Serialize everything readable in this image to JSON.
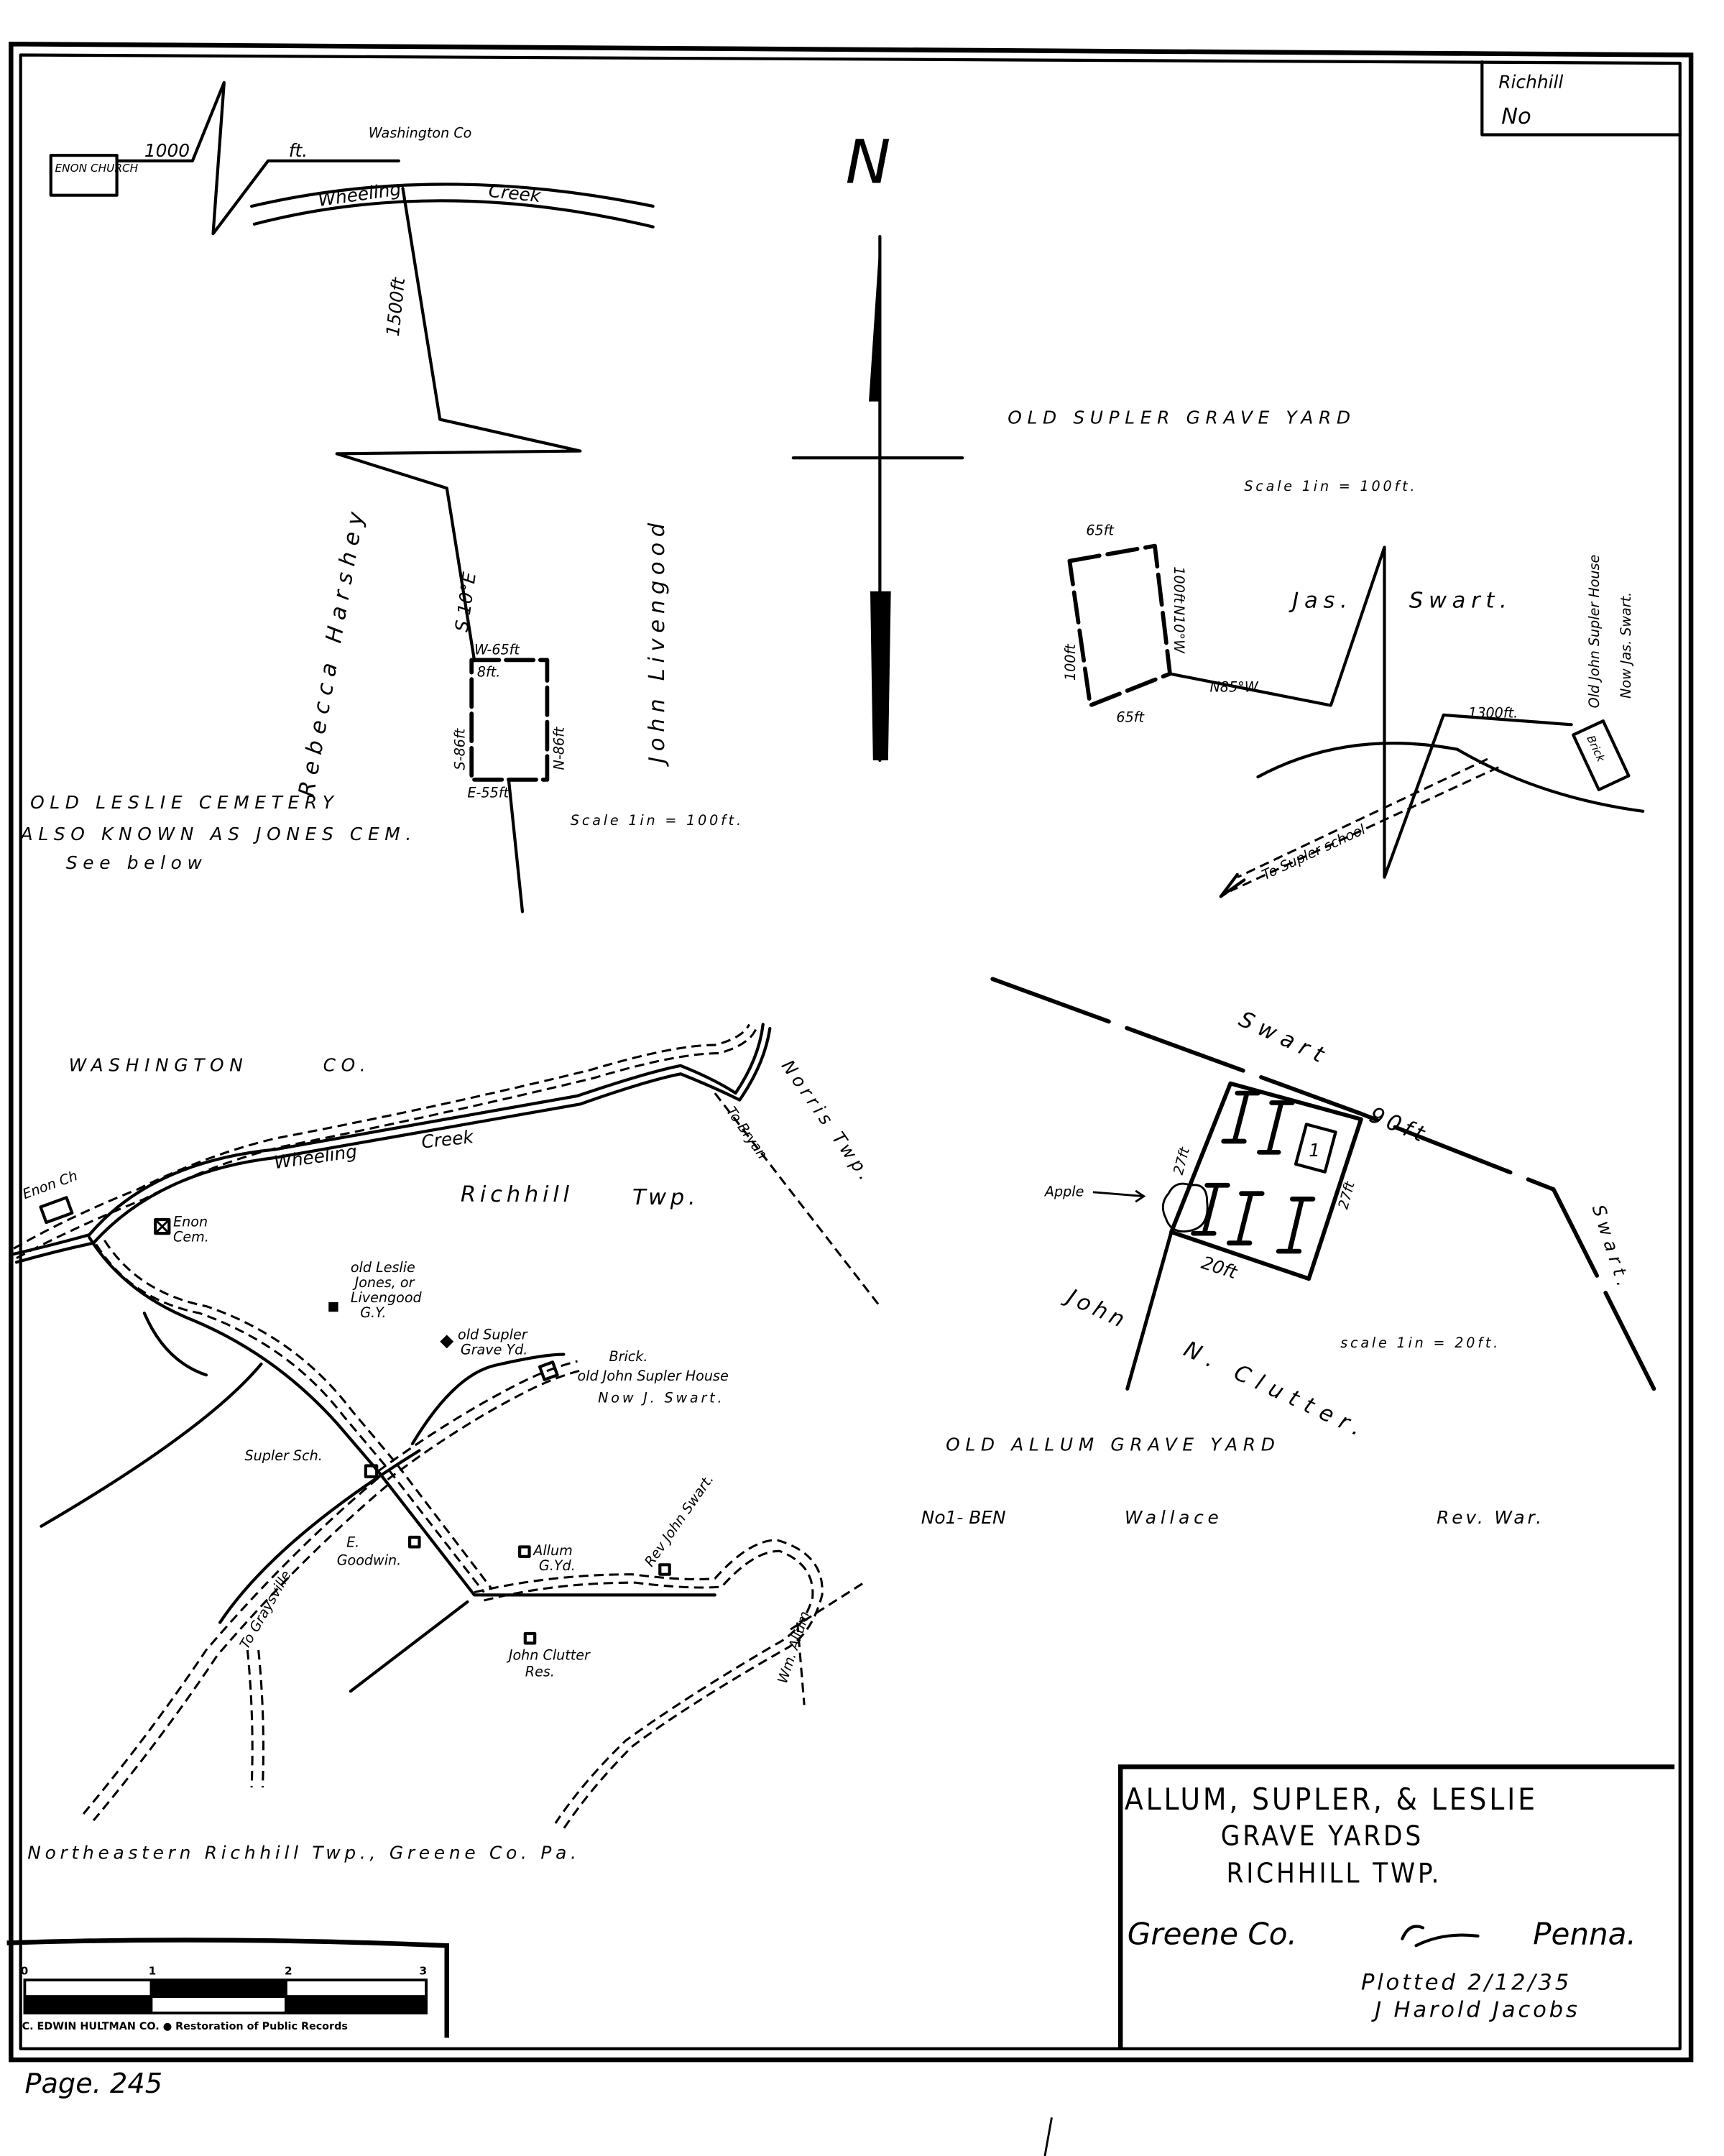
{
  "corner_box": {
    "township": "Richhill",
    "number_label": "No"
  },
  "leslie": {
    "enon_church": "ENON CHURCH",
    "distance_1000": "1000",
    "distance_ft": "ft.",
    "washington_co": "Washington Co",
    "wheeling": "Wheeling",
    "creek": "Creek",
    "dist_1500": "1500ft",
    "bearing": "S 10°E",
    "side_w": "W-65ft",
    "side_e": "E-55ft",
    "side_s": "S-86ft",
    "side_n": "N-86ft",
    "inner": "8ft.",
    "owner_west": "Rebecca Harshey",
    "owner_east": "John Livengood",
    "title_1": "OLD LESLIE CEMETERY",
    "title_2": "ALSO KNOWN AS JONES CEM.",
    "title_3": "See below",
    "scale": "Scale 1in = 100ft."
  },
  "north_arrow": {
    "label": "N"
  },
  "supler": {
    "title": "OLD SUPLER GRAVE YARD",
    "scale": "Scale 1in = 100ft.",
    "top": "65ft",
    "bottom": "65ft",
    "left": "100ft",
    "right_top": "100ft",
    "right_bearing": "N10°W",
    "bearing_2": "N85°W",
    "dist": "1300ft.",
    "owner_1": "Jas.",
    "owner_2": "Swart.",
    "house_1": "Old John Supler House",
    "house_2": "Now Jas. Swart.",
    "brick": "Brick",
    "road": "To Supler school"
  },
  "allum": {
    "swart_top": "Swart",
    "dist_90": "90ft",
    "swart_right": "Swart.",
    "left_27": "27ft",
    "right_27": "27ft",
    "bottom_20": "20ft",
    "grave_number": "1",
    "apple": "Apple",
    "john": "John",
    "clutter": "N. Clutter.",
    "scale": "scale 1in = 20ft.",
    "title": "OLD ALLUM GRAVE YARD",
    "burial_no": "No1- BEN",
    "burial_name": "Wallace",
    "burial_note": "Rev. War."
  },
  "area_map": {
    "washington": "WASHINGTON",
    "co": "CO.",
    "wheeling": "Wheeling",
    "creek": "Creek",
    "richhill": "Richhill",
    "twp": "Twp.",
    "norris": "Norris Twp.",
    "to_bryan": "To Bryan",
    "enon_ch": "Enon Ch",
    "enon_cem_1": "Enon",
    "enon_cem_2": "Cem.",
    "leslie_1": "old Leslie",
    "leslie_2": "Jones, or",
    "leslie_3": "Livengood",
    "leslie_4": "G.Y.",
    "supler_gy_1": "old Supler",
    "supler_gy_2": "Grave Yd.",
    "brick": "Brick.",
    "house_1": "old John Supler House",
    "house_2": "Now J. Swart.",
    "supler_sch": "Supler Sch.",
    "goodwin_1": "E.",
    "goodwin_2": "Goodwin.",
    "allum_1": "Allum",
    "allum_2": "G.Yd.",
    "rev_swart": "Rev John Swart.",
    "clutter_1": "John Clutter",
    "clutter_2": "Res.",
    "graysville": "To Graysville",
    "wm_allum": "Wm. Allum",
    "caption": "Northeastern Richhill Twp., Greene Co. Pa."
  },
  "title_block": {
    "line_1": "ALLUM, SUPLER, & LESLIE",
    "line_2": "GRAVE YARDS",
    "line_3": "RICHHILL TWP.",
    "county": "Greene Co.",
    "state": "Penna.",
    "plotted": "Plotted 2/12/35",
    "author": "J Harold Jacobs"
  },
  "scale_bar": {
    "ticks": [
      "0",
      "1",
      "2",
      "3"
    ],
    "credit": "C. EDWIN HULTMAN CO. ● Restoration of Public Records"
  },
  "page_label": "Page. 245"
}
